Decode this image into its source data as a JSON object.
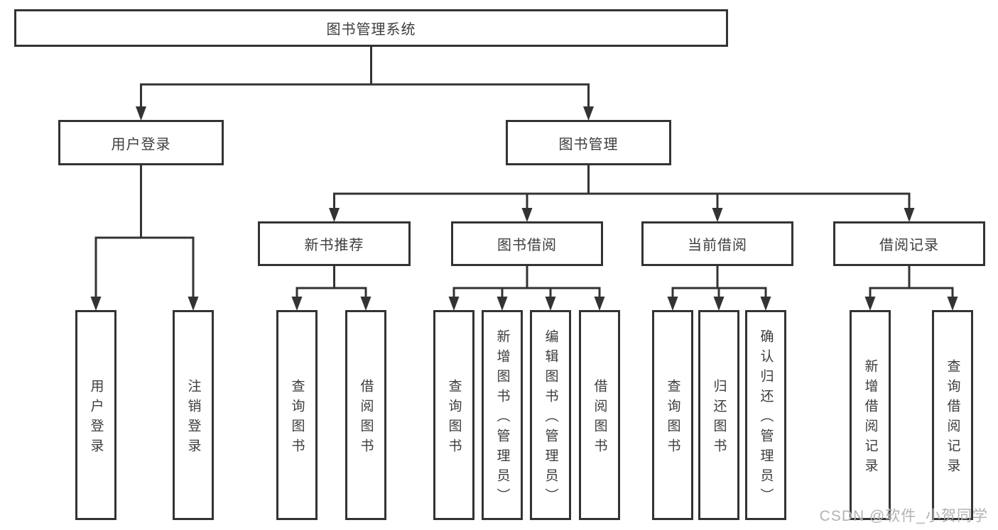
{
  "diagram_title": "图书管理系统",
  "nodes": [
    {
      "id": "root",
      "label": "图书管理系统",
      "parent": null
    },
    {
      "id": "user-login",
      "label": "用户登录",
      "parent": "root"
    },
    {
      "id": "book-mgmt",
      "label": "图书管理",
      "parent": "root"
    },
    {
      "id": "new-book-rec",
      "label": "新书推荐",
      "parent": "book-mgmt"
    },
    {
      "id": "book-borrow",
      "label": "图书借阅",
      "parent": "book-mgmt"
    },
    {
      "id": "current-borrow",
      "label": "当前借阅",
      "parent": "book-mgmt"
    },
    {
      "id": "borrow-records",
      "label": "借阅记录",
      "parent": "book-mgmt"
    },
    {
      "id": "user-login-action",
      "label": "用户登录",
      "parent": "user-login"
    },
    {
      "id": "logout",
      "label": "注销登录",
      "parent": "user-login"
    },
    {
      "id": "rec-query-book",
      "label": "查询图书",
      "parent": "new-book-rec"
    },
    {
      "id": "rec-borrow-book",
      "label": "借阅图书",
      "parent": "new-book-rec"
    },
    {
      "id": "bb-query-book",
      "label": "查询图书",
      "parent": "book-borrow"
    },
    {
      "id": "bb-add-book",
      "label": "新增图书（管理员）",
      "parent": "book-borrow"
    },
    {
      "id": "bb-edit-book",
      "label": "编辑图书（管理员）",
      "parent": "book-borrow"
    },
    {
      "id": "bb-borrow-book",
      "label": "借阅图书",
      "parent": "book-borrow"
    },
    {
      "id": "cb-query-book",
      "label": "查询图书",
      "parent": "current-borrow"
    },
    {
      "id": "cb-return-book",
      "label": "归还图书",
      "parent": "current-borrow"
    },
    {
      "id": "cb-confirm-return",
      "label": "确认归还（管理员）",
      "parent": "current-borrow"
    },
    {
      "id": "br-add-record",
      "label": "新增借阅记录",
      "parent": "borrow-records"
    },
    {
      "id": "br-query-record",
      "label": "查询借阅记录",
      "parent": "borrow-records"
    }
  ],
  "watermark": {
    "text": "CSDN @软件_小贺同学"
  },
  "colors": {
    "line": "#333333",
    "text": "#3d3d3d",
    "background": "#ffffff",
    "watermark": "#b3b3b3"
  }
}
